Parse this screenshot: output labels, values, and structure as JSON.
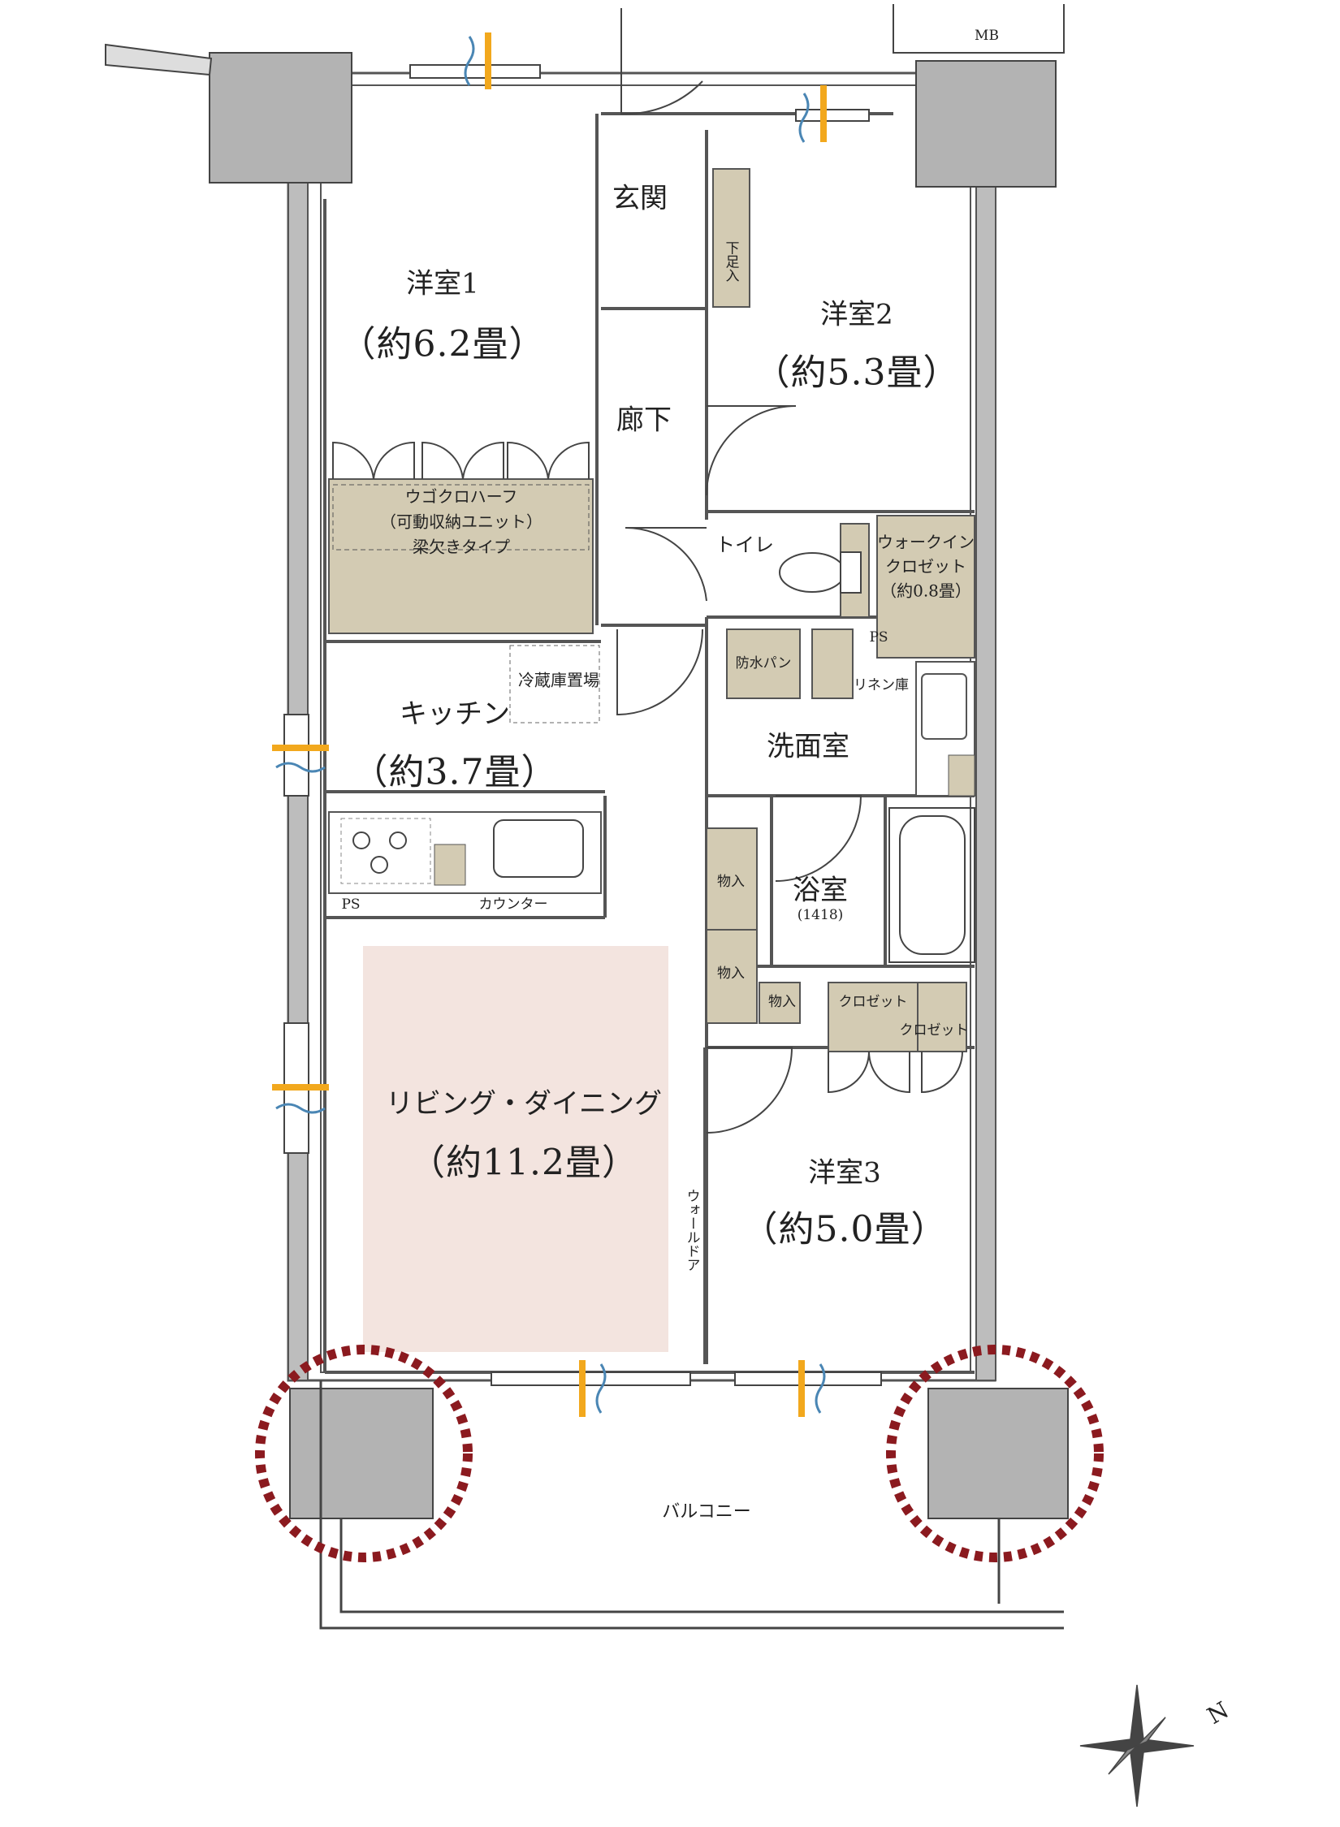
{
  "rooms": {
    "western1": {
      "name": "洋室1",
      "area": "（約6.2畳）"
    },
    "western2": {
      "name": "洋室2",
      "area": "（約5.3畳）"
    },
    "western3": {
      "name": "洋室3",
      "area": "（約5.0畳）"
    },
    "kitchen": {
      "name": "キッチン",
      "area": "（約3.7畳）"
    },
    "living": {
      "name": "リビング・ダイニング",
      "area": "（約11.2畳）"
    },
    "entrance": "玄関",
    "hallway": "廊下",
    "toilet": "トイレ",
    "washroom": "洗面室",
    "bathroom": {
      "name": "浴室",
      "size": "(1418)"
    },
    "balcony": "バルコニー",
    "walkin": {
      "line1": "ウォークイン",
      "line2": "クロゼット",
      "line3": "（約0.8畳）"
    }
  },
  "labels": {
    "mb": "MB",
    "shoe_storage": "下足入",
    "ugokuro_line1": "ウゴクロハーフ",
    "ugokuro_line2": "（可動収納ユニット）",
    "ugokuro_line3": "梁欠きタイプ",
    "fridge": "冷蔵庫置場",
    "ps": "PS",
    "counter": "カウンター",
    "waterproof_pan": "防水パン",
    "linen": "リネン庫",
    "storage": "物入",
    "closet": "クロゼット",
    "wall_door": "ウォールドア",
    "north": "N"
  },
  "colors": {
    "wall": "#bdbdbd",
    "storage": "#d3cbb3",
    "living_highlight": "#f3e4df",
    "column_mark": "#8b1a1f",
    "window_sun": "#f2a81d",
    "window_wind": "#4a86b4"
  }
}
